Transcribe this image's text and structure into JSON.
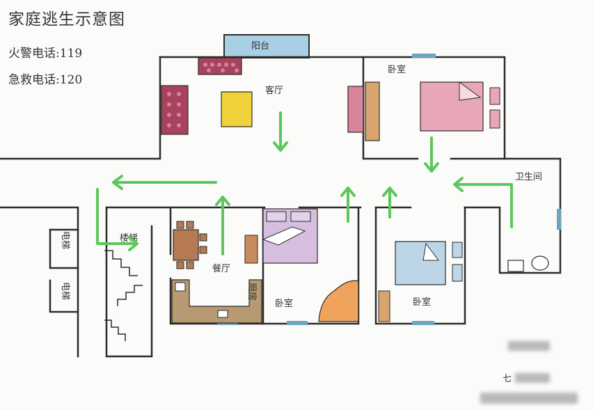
{
  "title": "家庭逃生示意图",
  "phones": {
    "fire": "火警电话:119",
    "ambulance": "急救电话:120"
  },
  "rooms": {
    "balcony": "阳台",
    "living_room": "客厅",
    "bedroom_top_right": "卧室",
    "bathroom": "卫生间",
    "bedroom_center": "卧室",
    "bedroom_bottom_right": "卧室",
    "dining_room": "餐厅",
    "kitchen": "厨房"
  },
  "stairs": "楼梯",
  "elevator": "电梯",
  "signature_char": "七",
  "colors": {
    "wall": "#2b2b2b",
    "arrow": "#5cc75c",
    "balcony": "#a8cfe4",
    "sofa": "#a8435e",
    "table": "#f0d23a",
    "bed_pink": "#e8a6b9",
    "bed_purple": "#d6bede",
    "bed_blue": "#bcd6e8",
    "dining_table": "#b57a52",
    "cabinet": "#c98a5c",
    "piano": "#f0a35c",
    "window": "#6fa4bf"
  }
}
